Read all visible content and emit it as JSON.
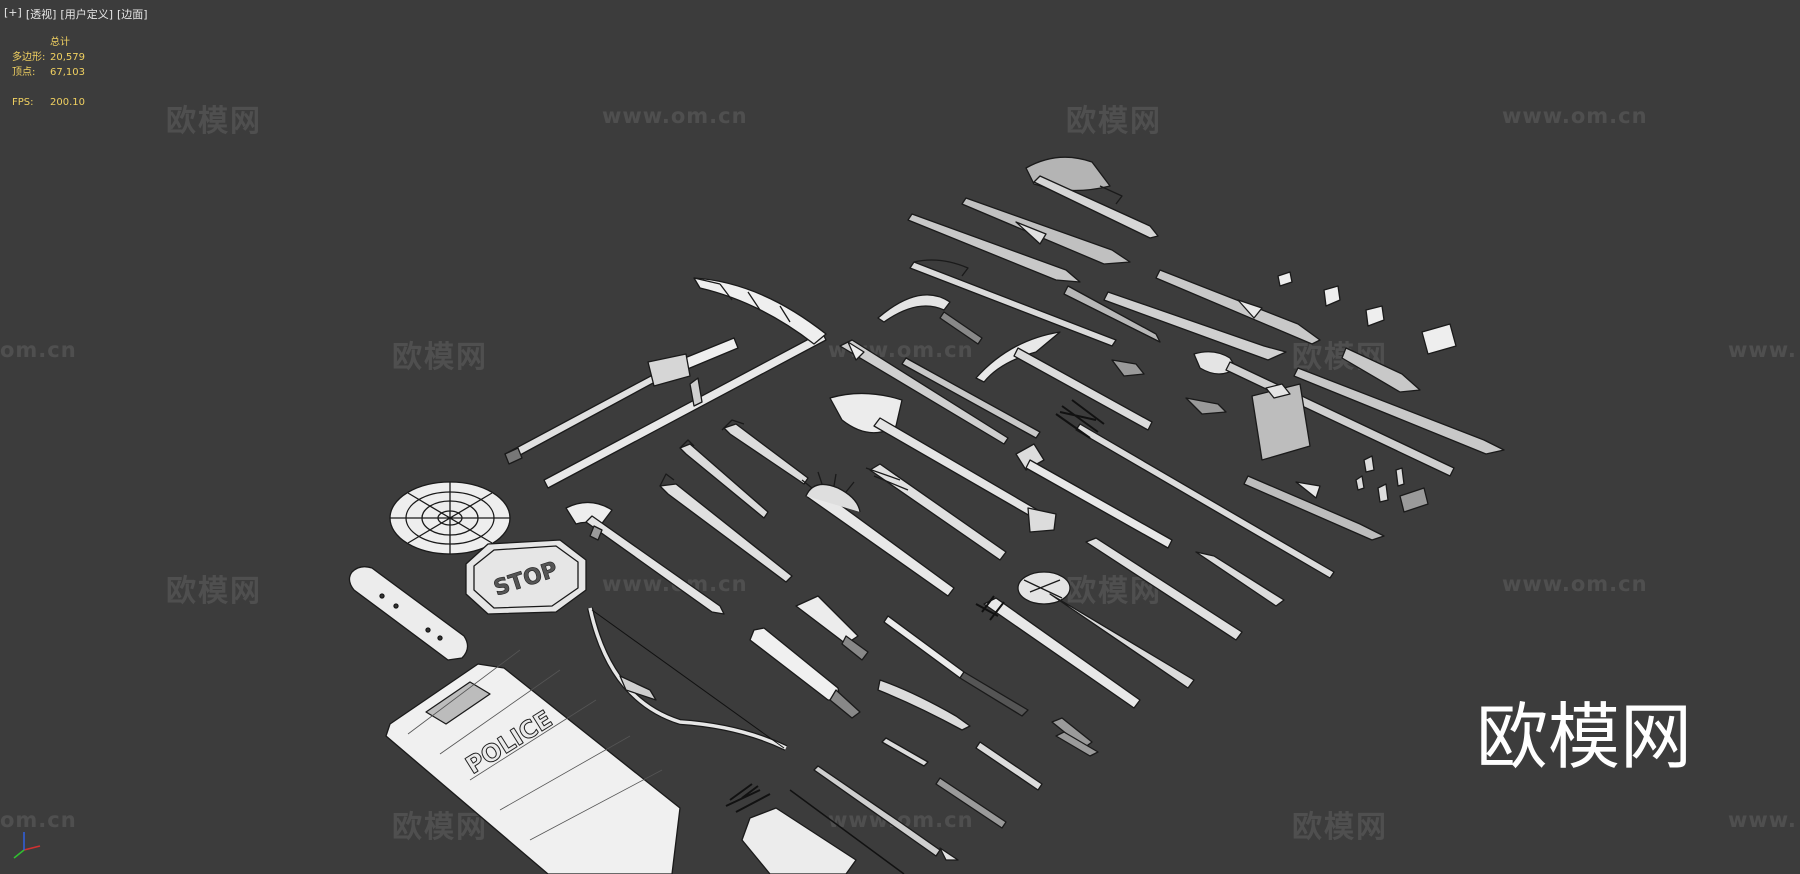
{
  "viewport_menu": {
    "plus": "[+]",
    "view": "[透视]",
    "custom": "[用户定义]",
    "shading": "[边面]"
  },
  "stats": {
    "header": "总计",
    "polygons_label": "多边形:",
    "polygons_value": "20,579",
    "vertices_label": "顶点:",
    "vertices_value": "67,103",
    "fps_label": "FPS:",
    "fps_value": "200.10"
  },
  "watermark": {
    "brand_text": "欧模网",
    "url_text": "www.om.cn",
    "url_cut_left": "om.cn",
    "url_cut_right": "www."
  },
  "model_labels": {
    "stop_sign": "STOP",
    "police_shield": "POLICE"
  },
  "colors": {
    "background": "#3c3c3c",
    "stats_text": "#f0d060",
    "wire_fill": "#e8e8e8",
    "wire_line": "#1a1a1a"
  }
}
